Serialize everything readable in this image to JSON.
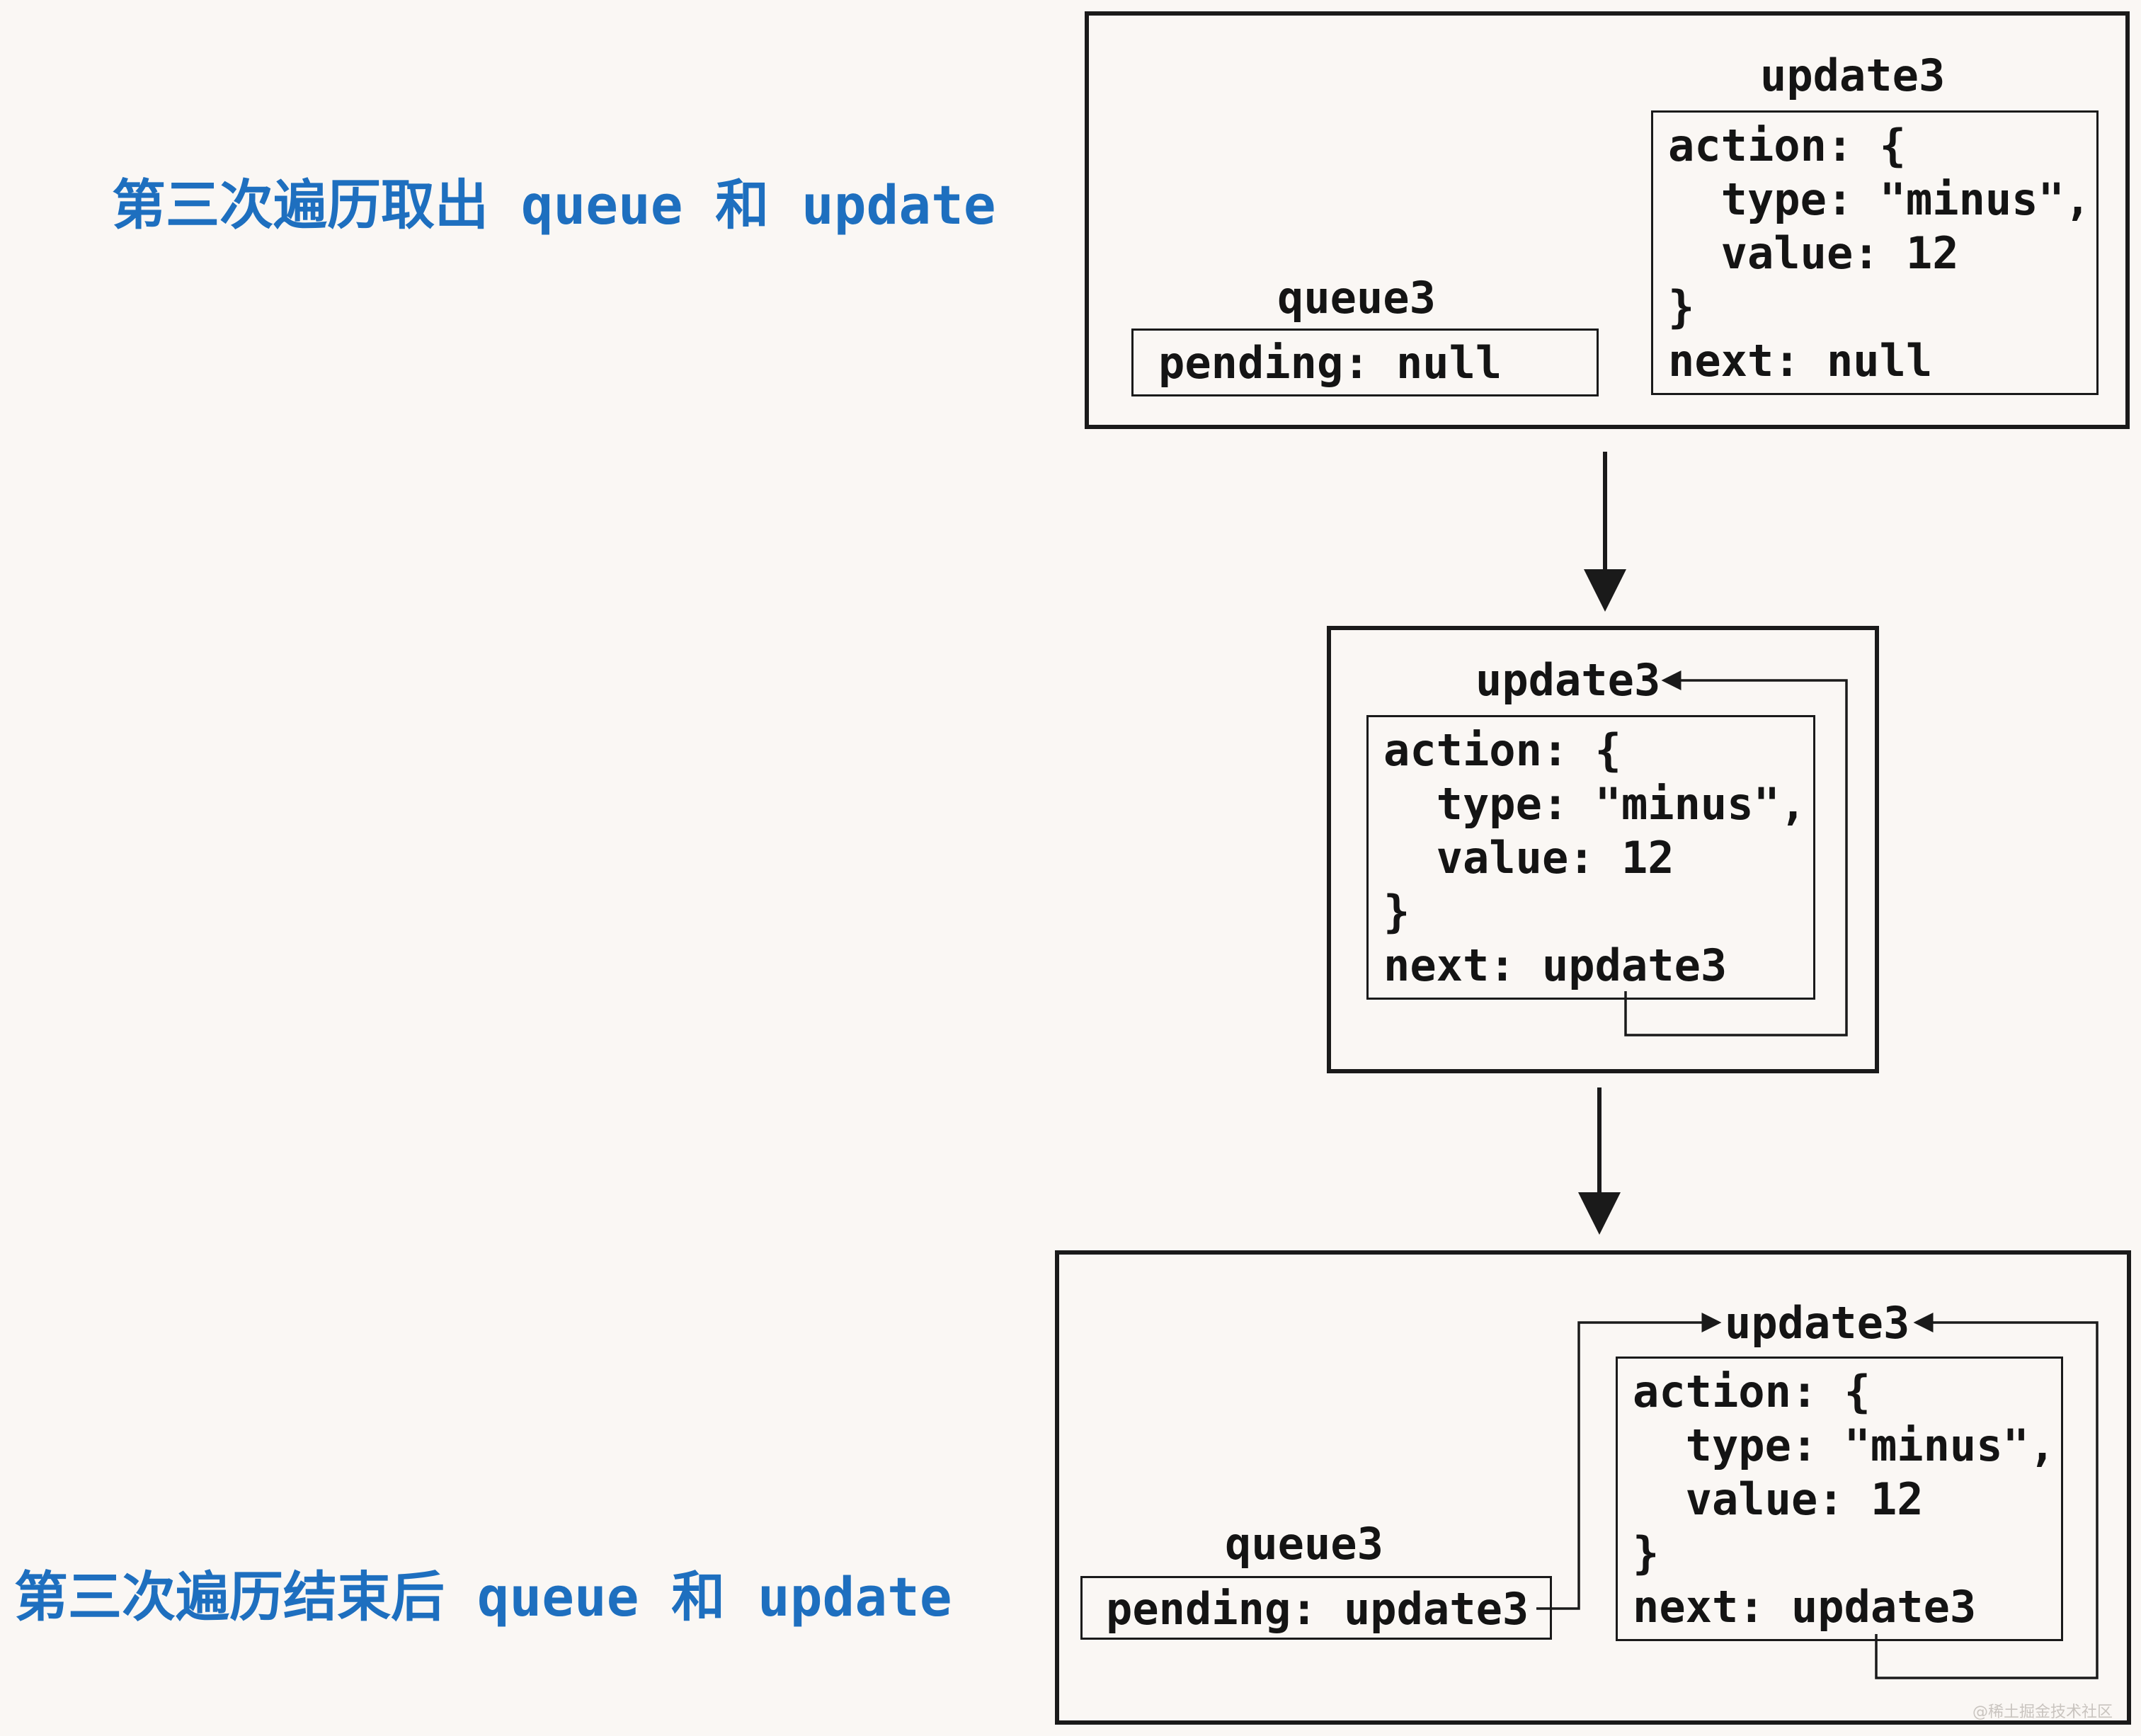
{
  "captions": {
    "top": "第三次遍历取出 queue 和 update",
    "bottom": "第三次遍历结束后 queue 和 update"
  },
  "panel1": {
    "update_title": "update3",
    "update_lines": [
      "action: {",
      "  type: \"minus\",",
      "  value: 12",
      "}",
      "next: null"
    ],
    "queue_title": "queue3",
    "queue_line": "pending: null"
  },
  "panel2": {
    "update_title": "update3",
    "update_lines": [
      "action: {",
      "  type: \"minus\",",
      "  value: 12",
      "}",
      "next: update3"
    ]
  },
  "panel3": {
    "update_title": "update3",
    "update_lines": [
      "action: {",
      "  type: \"minus\",",
      "  value: 12",
      "}",
      "next: update3"
    ],
    "queue_title": "queue3",
    "queue_line": "pending: update3"
  },
  "watermark": "@稀土掘金技术社区",
  "colors": {
    "caption": "#1e6fbf",
    "ink": "#1a1a1a",
    "background": "#faf7f4"
  }
}
